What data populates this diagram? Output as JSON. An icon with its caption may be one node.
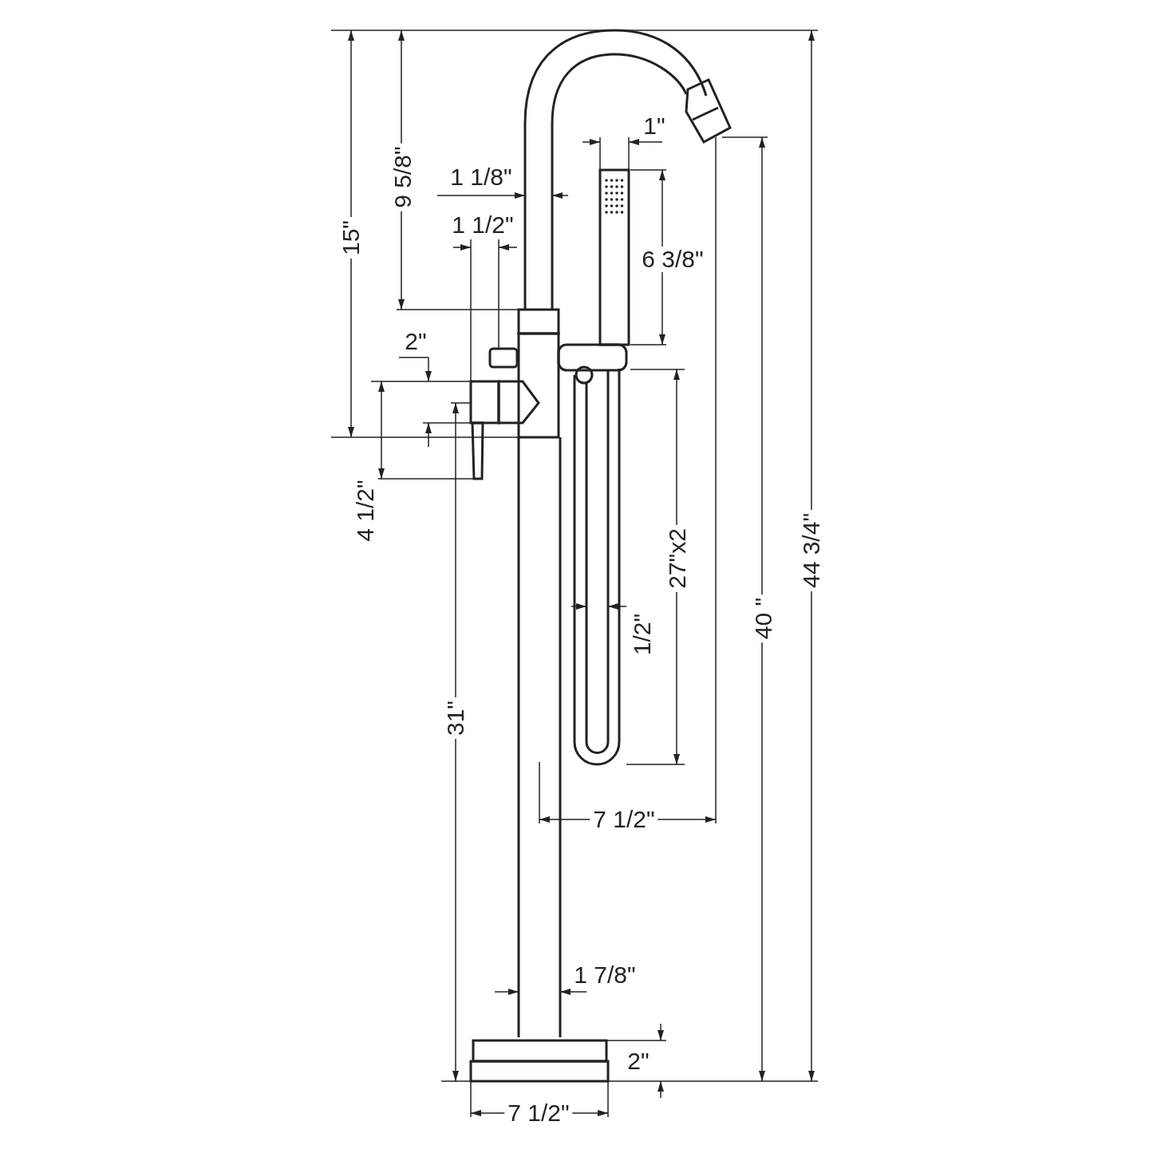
{
  "diagram": {
    "labels": [
      "1\"",
      "1 1/8\"",
      "9 5/8\"",
      "15\"",
      "1 1/2\"",
      "6 3/8\"",
      "2\"",
      "4 1/2\"",
      "27\"x2",
      "1/2\"",
      "44 3/4\"",
      "40 \"",
      "31\"",
      "7 1/2\"",
      "1 7/8\"",
      "2\"",
      "7 1/2\""
    ]
  }
}
